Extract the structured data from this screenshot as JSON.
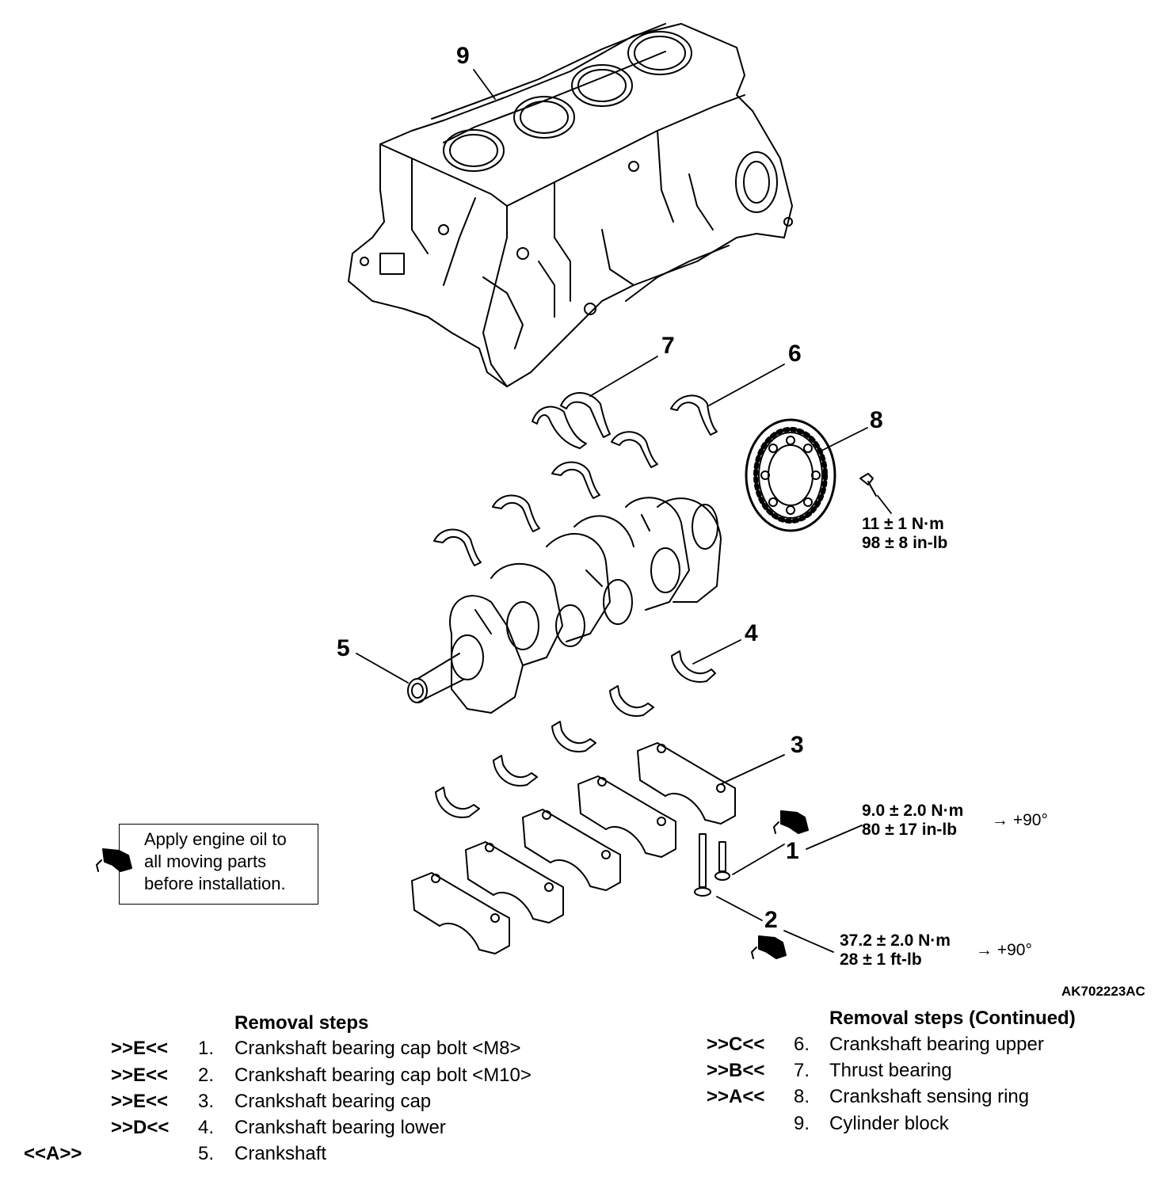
{
  "callouts": [
    "1",
    "2",
    "3",
    "4",
    "5",
    "6",
    "7",
    "8",
    "9"
  ],
  "torques": {
    "sensing_ring": {
      "nm": "11 ± 1 N·m",
      "imperial": "98 ± 8 in-lb"
    },
    "bolt_m8": {
      "nm": "9.0 ± 2.0 N·m",
      "imperial": "80 ± 17 in-lb",
      "angle": "→ +90°"
    },
    "bolt_m10": {
      "nm": "37.2 ± 2.0 N·m",
      "imperial": "28 ± 1 ft-lb",
      "angle": "→ +90°"
    }
  },
  "note": {
    "line1": "Apply engine oil to",
    "line2": "all moving parts",
    "line3": "before installation."
  },
  "figure_id": "AK702223AC",
  "removal_left": {
    "title": "Removal steps",
    "steps": [
      {
        "code": ">>E<<",
        "num": "1.",
        "label": "Crankshaft bearing cap bolt <M8>"
      },
      {
        "code": ">>E<<",
        "num": "2.",
        "label": "Crankshaft bearing cap bolt <M10>"
      },
      {
        "code": ">>E<<",
        "num": "3.",
        "label": "Crankshaft bearing cap"
      },
      {
        "code": ">>D<<",
        "num": "4.",
        "label": "Crankshaft bearing lower"
      },
      {
        "code": "<<A>>",
        "num": "5.",
        "label": "Crankshaft"
      }
    ]
  },
  "removal_right": {
    "title": "Removal steps (Continued)",
    "steps": [
      {
        "code": ">>C<<",
        "num": "6.",
        "label": "Crankshaft bearing upper"
      },
      {
        "code": ">>B<<",
        "num": "7.",
        "label": "Thrust bearing"
      },
      {
        "code": ">>A<<",
        "num": "8.",
        "label": "Crankshaft sensing ring"
      },
      {
        "code": "",
        "num": "9.",
        "label": "Cylinder block"
      }
    ]
  }
}
